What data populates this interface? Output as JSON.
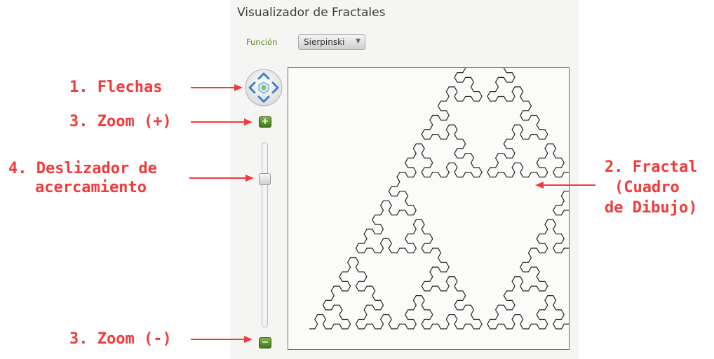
{
  "app": {
    "title": "Visualizador de Fractales",
    "function_label": "Función",
    "function_select": {
      "value": "Sierpinski"
    }
  },
  "controls": {
    "navigation_icon": "arrow-pad-icon",
    "zoom_in_label": "+",
    "zoom_out_label": "−",
    "zoom_level_fraction": 0.17
  },
  "annotations": {
    "arrows": "1. Flechas",
    "zoom_in": "3. Zoom (+)",
    "slider_line1": "4. Deslizador de",
    "slider_line2": "acercamiento",
    "zoom_out": "3. Zoom (-)",
    "fractal_line1": "2. Fractal",
    "fractal_line2": "(Cuadro",
    "fractal_line3": "de Dibujo)"
  },
  "colors": {
    "annotation": "#f23a3a",
    "accent_green": "#5a8a1a",
    "fractal_stroke": "#222222"
  }
}
